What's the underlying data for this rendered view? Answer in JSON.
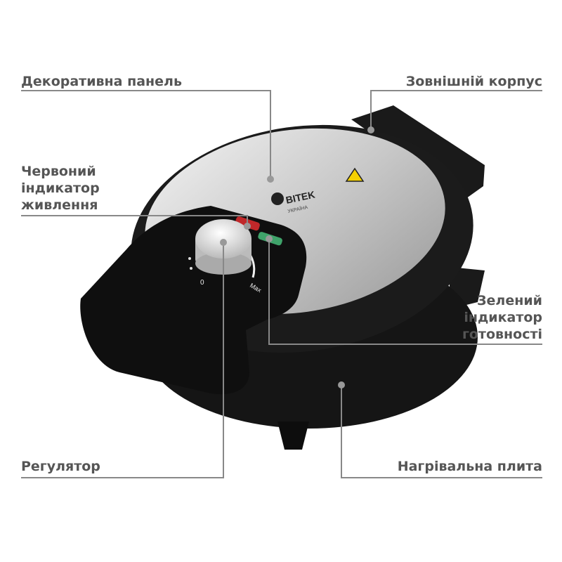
{
  "brand": {
    "name": "BITEK",
    "sub": "УКРАЇНА"
  },
  "dial": {
    "min_label": "0",
    "max_label": "Max"
  },
  "labels": {
    "decorative_panel": "Декоративна панель",
    "outer_body": "Зовнішній корпус",
    "red_indicator": [
      "Червоний",
      "індикатор",
      "живлення"
    ],
    "green_indicator": [
      "Зелений",
      "індикатор",
      "готовності"
    ],
    "regulator": "Регулятор",
    "heating_plate": "Нагрівальна плита"
  },
  "colors": {
    "label": "#555555",
    "line": "#888888",
    "body": "#111111",
    "red": "#c0282a",
    "green": "#3fa36a"
  }
}
